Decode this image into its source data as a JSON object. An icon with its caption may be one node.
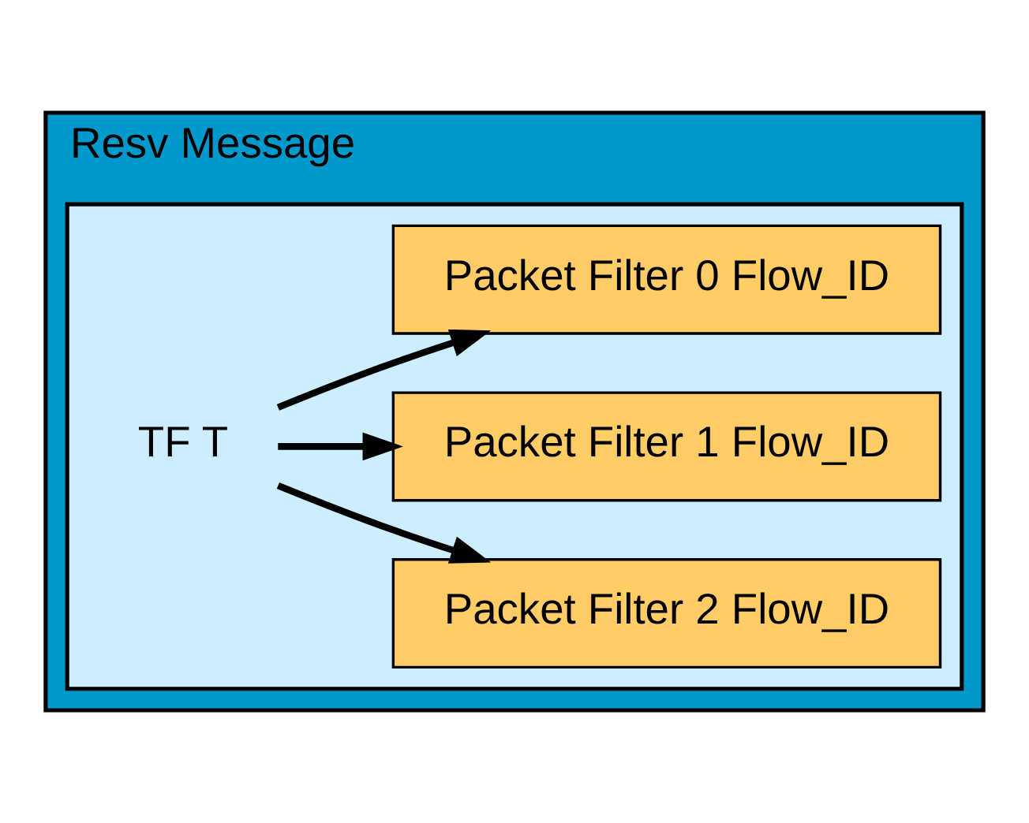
{
  "diagram": {
    "nodes": [
      {
        "text": [
          "Resv Message"
        ]
      },
      {
        "text": [],
        "shape": "box",
        "in": 0
      },
      {
        "text": [
          "TF T"
        ],
        "in": 1
      },
      {
        "text": [
          "Packet Filter 2 Flow_ID"
        ],
        "in": 1
      },
      {
        "text": [
          "Packet Filter 1 Flow_ID"
        ],
        "in": 1
      },
      {
        "text": [
          "Packet Filter 0 Flow_ID"
        ],
        "in": 1
      }
    ],
    "edges": [
      {
        "from": 2,
        "to": 3,
        "arrow": "to"
      },
      {
        "from": 2,
        "to": 4,
        "arrow": "to"
      },
      {
        "from": 2,
        "to": 5,
        "arrow": "to"
      }
    ]
  }
}
